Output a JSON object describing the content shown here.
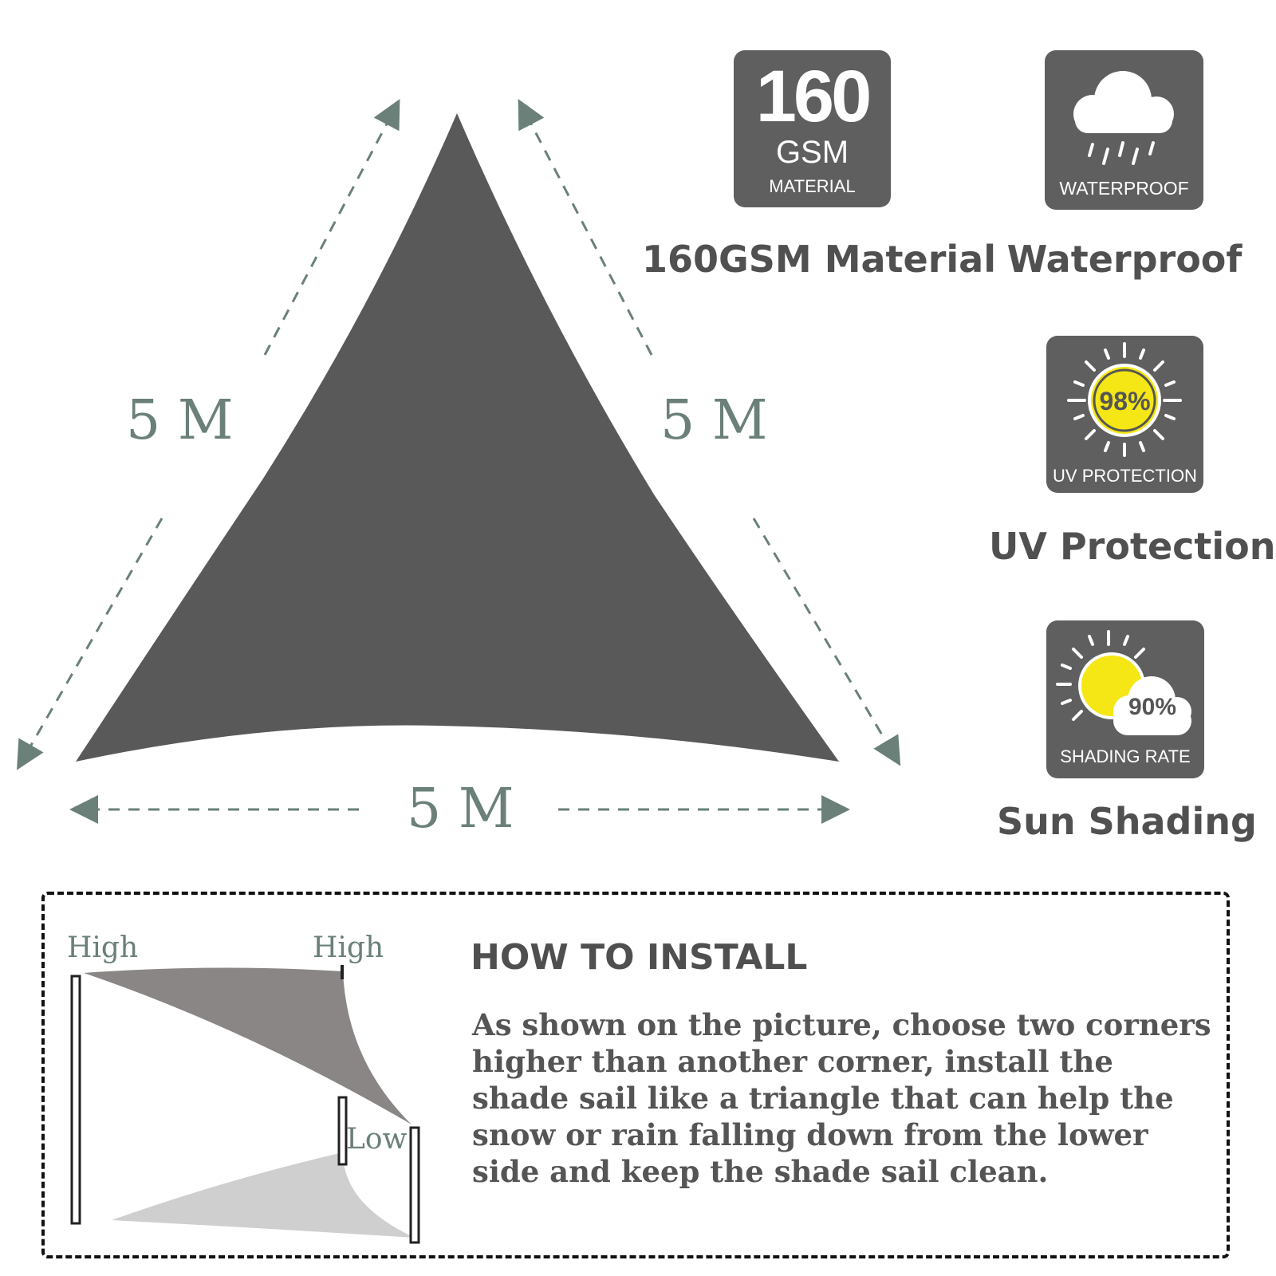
{
  "dimensions": {
    "left": "5 M",
    "right": "5 M",
    "bottom": "5 M"
  },
  "badges": {
    "gsm": {
      "number": "160",
      "unit": "GSM",
      "caption": "MATERIAL",
      "label": "160GSM Material",
      "icon": "gsm-icon"
    },
    "waterproof": {
      "caption": "WATERPROOF",
      "label": "Waterproof",
      "icon": "rain-cloud-icon"
    },
    "uv": {
      "percent": "98%",
      "caption": "UV PROTECTION",
      "label": "UV Protection",
      "icon": "sun-icon"
    },
    "shading": {
      "percent": "90%",
      "caption": "SHADING RATE",
      "label": "Sun Shading",
      "icon": "sun-cloud-icon"
    }
  },
  "install": {
    "title": "HOW TO INSTALL",
    "body": "As shown on the picture, choose two corners higher than another corner, install the shade sail like a triangle that can help the snow or rain falling down from the lower side and keep the shade sail clean.",
    "labels": {
      "high_left": "High",
      "high_right": "High",
      "low": "Low"
    }
  },
  "colors": {
    "sail": "#595959",
    "badge": "#5f5f5f",
    "accent": "#6a8078",
    "sun": "#f5e616"
  }
}
